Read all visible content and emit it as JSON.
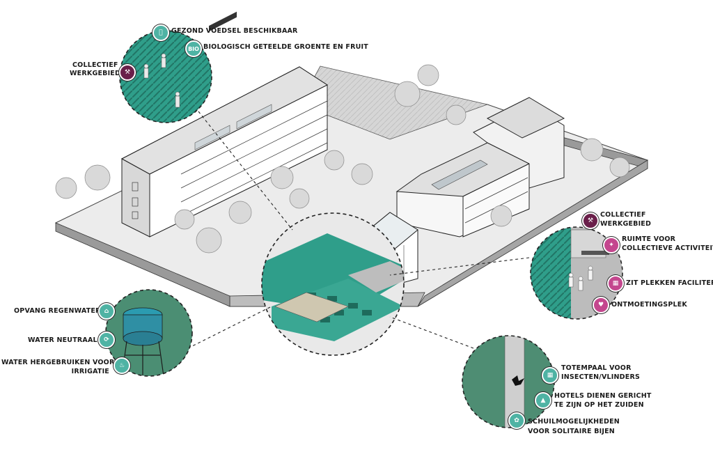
{
  "colors": {
    "teal": "#4fb3a4",
    "magenta": "#c4478e",
    "plum": "#6a1f4a",
    "green_field": "#2f9e8a",
    "outline": "#222222"
  },
  "callouts": {
    "top_left": {
      "gezond_voedsel": "GEZOND VOEDSEL BESCHIKBAAR",
      "gezond_voedsel_icon": "apple-icon",
      "bio_badge": "BIO",
      "biologisch": "BIOLOGISCH GETEELDE GROENTE EN FRUIT",
      "collectief_line1": "COLLECTIEF",
      "collectief_line2": "WERKGEBIED",
      "collectief_icon": "shovel-icon"
    },
    "right": {
      "collectief_line1": "COLLECTIEF",
      "collectief_line2": "WERKGEBIED",
      "collectief_icon": "trowel-icon",
      "ruimte_line1": "RUIMTE VOOR",
      "ruimte_line2": "COLLECTIEVE ACTIVITEIT",
      "ruimte_icon": "person-jumping-icon",
      "zit_plekken": "ZIT PLEKKEN FACILITEREN",
      "zit_icon": "picnic-table-icon",
      "ontmoetingsplek": "ONTMOETINGSPLEK",
      "ontmoeting_icon": "heart-icon"
    },
    "bottom_left": {
      "opvang": "OPVANG REGENWATER",
      "opvang_icon": "water-house-icon",
      "neutraal": "WATER NEUTRAAL",
      "neutraal_icon": "recycle-icon",
      "hergebruik_line1": "WATER HERGEBRUIKEN VOOR",
      "hergebruik_line2": "IRRIGATIE",
      "hergebruik_icon": "watering-can-icon"
    },
    "bottom_right": {
      "totempaal_line1": "TOTEMPAAL VOOR",
      "totempaal_line2": "INSECTEN/VLINDERS",
      "totempaal_icon": "insect-hotel-icon",
      "hotels_line1": "HOTELS DIENEN GERICHT",
      "hotels_line2": "TE ZIJN OP HET ZUIDEN",
      "hotels_icon": "compass-icon",
      "schuil_line1": "SCHUILMOGELIJKHEDEN",
      "schuil_line2": "VOOR SOLITAIRE BIJEN",
      "schuil_icon": "bee-icon"
    }
  }
}
